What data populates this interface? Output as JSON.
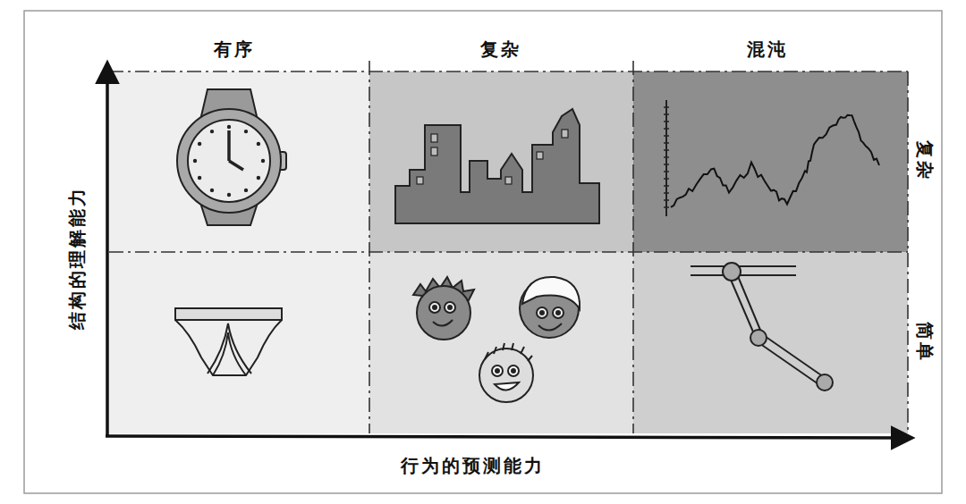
{
  "diagram": {
    "labels": [
      "有序",
      "复杂",
      "混沌",
      "复杂",
      "简单",
      "结构的理解能力",
      "行为的预测能力"
    ]
  }
}
